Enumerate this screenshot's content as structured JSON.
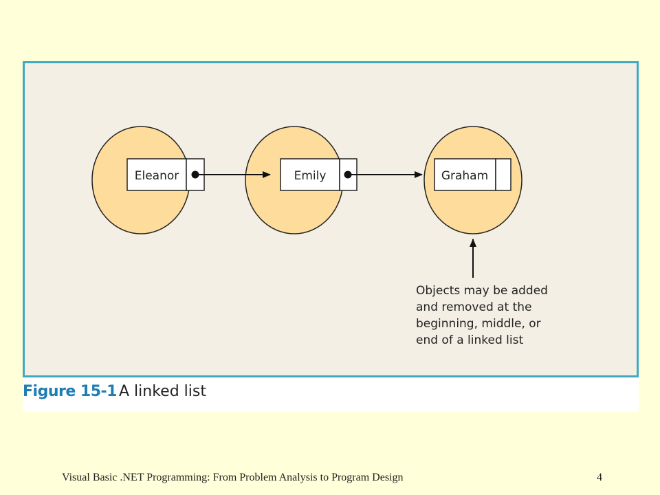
{
  "diagram": {
    "nodes": [
      {
        "label": "Eleanor",
        "has_pointer": true
      },
      {
        "label": "Emily",
        "has_pointer": true
      },
      {
        "label": "Graham",
        "has_pointer": false
      }
    ],
    "annotation": [
      "Objects may be added",
      "and removed at the",
      "beginning, middle, or",
      "end of a linked list"
    ]
  },
  "caption": {
    "number": "Figure 15-1",
    "text": "A linked list"
  },
  "footer": {
    "title": "Visual Basic .NET Programming: From Problem Analysis to Program Design",
    "page": "4"
  },
  "colors": {
    "slide_background": "#ffffd9",
    "panel_background": "#f3efe4",
    "panel_border": "#3fa9c4",
    "node_fill": "#fddc9c",
    "caption_number": "#1f7cb4"
  }
}
